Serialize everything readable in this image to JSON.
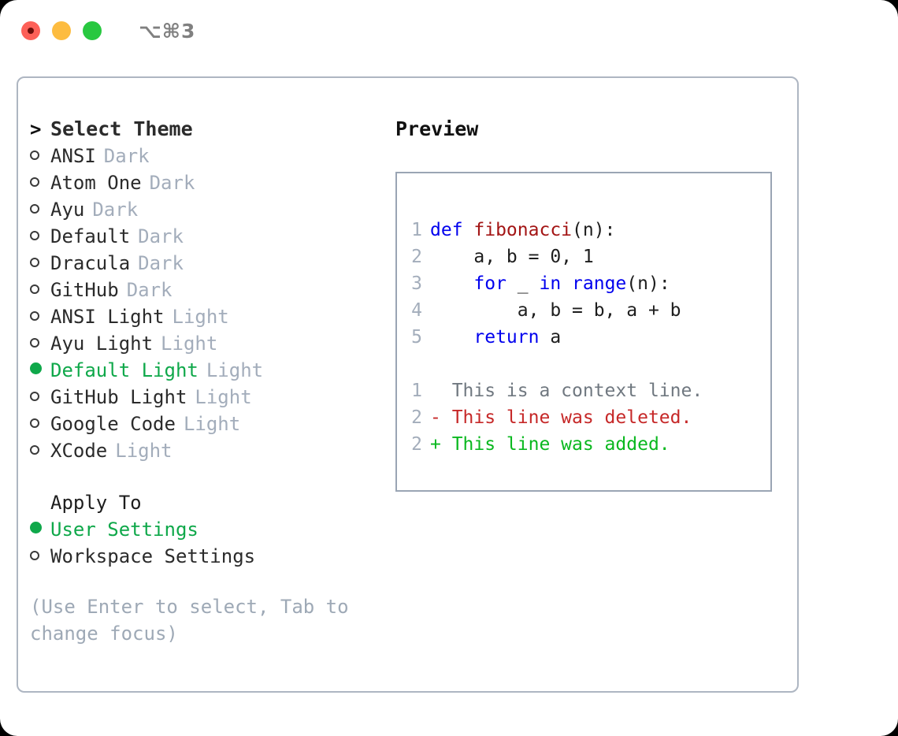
{
  "titlebar": {
    "buttons": [
      {
        "name": "close",
        "color": "#fd6058"
      },
      {
        "name": "minimize",
        "color": "#fdbc40"
      },
      {
        "name": "maximize",
        "color": "#28c840"
      }
    ],
    "shortcut": "⌥⌘3"
  },
  "theme_panel": {
    "header": "Select Theme",
    "caret": ">",
    "items": [
      {
        "label": "ANSI",
        "tag": "Dark",
        "selected": false
      },
      {
        "label": "Atom One",
        "tag": "Dark",
        "selected": false
      },
      {
        "label": "Ayu",
        "tag": "Dark",
        "selected": false
      },
      {
        "label": "Default",
        "tag": "Dark",
        "selected": false
      },
      {
        "label": "Dracula",
        "tag": "Dark",
        "selected": false
      },
      {
        "label": "GitHub",
        "tag": "Dark",
        "selected": false
      },
      {
        "label": "ANSI Light",
        "tag": "Light",
        "selected": false
      },
      {
        "label": "Ayu Light",
        "tag": "Light",
        "selected": false
      },
      {
        "label": "Default Light",
        "tag": "Light",
        "selected": true
      },
      {
        "label": "GitHub Light",
        "tag": "Light",
        "selected": false
      },
      {
        "label": "Google Code",
        "tag": "Light",
        "selected": false
      },
      {
        "label": "XCode",
        "tag": "Light",
        "selected": false
      }
    ]
  },
  "apply_to": {
    "header": "Apply To",
    "options": [
      {
        "label": "User Settings",
        "selected": true
      },
      {
        "label": "Workspace Settings",
        "selected": false
      }
    ]
  },
  "hint": "(Use Enter to select, Tab to change focus)",
  "preview": {
    "title": "Preview",
    "code_lines": [
      {
        "number": "1",
        "tokens": [
          {
            "t": "def ",
            "c": "kw"
          },
          {
            "t": "fibonacci",
            "c": "fn"
          },
          {
            "t": "(n):",
            "c": "code-text"
          }
        ]
      },
      {
        "number": "2",
        "tokens": [
          {
            "t": "    a, b = 0, 1",
            "c": "code-text"
          }
        ]
      },
      {
        "number": "3",
        "tokens": [
          {
            "t": "    ",
            "c": "code-text"
          },
          {
            "t": "for",
            "c": "kw"
          },
          {
            "t": " _ ",
            "c": "code-text"
          },
          {
            "t": "in ",
            "c": "kw"
          },
          {
            "t": "range",
            "c": "kw"
          },
          {
            "t": "(n):",
            "c": "code-text"
          }
        ]
      },
      {
        "number": "4",
        "tokens": [
          {
            "t": "        a, b = b, a + b",
            "c": "code-text"
          }
        ]
      },
      {
        "number": "5",
        "tokens": [
          {
            "t": "    ",
            "c": "code-text"
          },
          {
            "t": "return",
            "c": "kw"
          },
          {
            "t": " a",
            "c": "code-text"
          }
        ]
      }
    ],
    "diff_lines": [
      {
        "number": "1",
        "text": "  This is a context line.",
        "style": "diff-context"
      },
      {
        "number": "2",
        "text": "- This line was deleted.",
        "style": "diff-del"
      },
      {
        "number": "2",
        "text": "+ This line was added.",
        "style": "diff-add"
      }
    ]
  },
  "colors": {
    "accent_green": "#0fa84a",
    "tag_gray": "#a3adbb",
    "keyword_blue": "#0000ee",
    "function_red": "#a31515",
    "diff_add_green": "#0ab81f",
    "diff_del_red": "#c62828",
    "border_gray": "#aeb6c2"
  }
}
